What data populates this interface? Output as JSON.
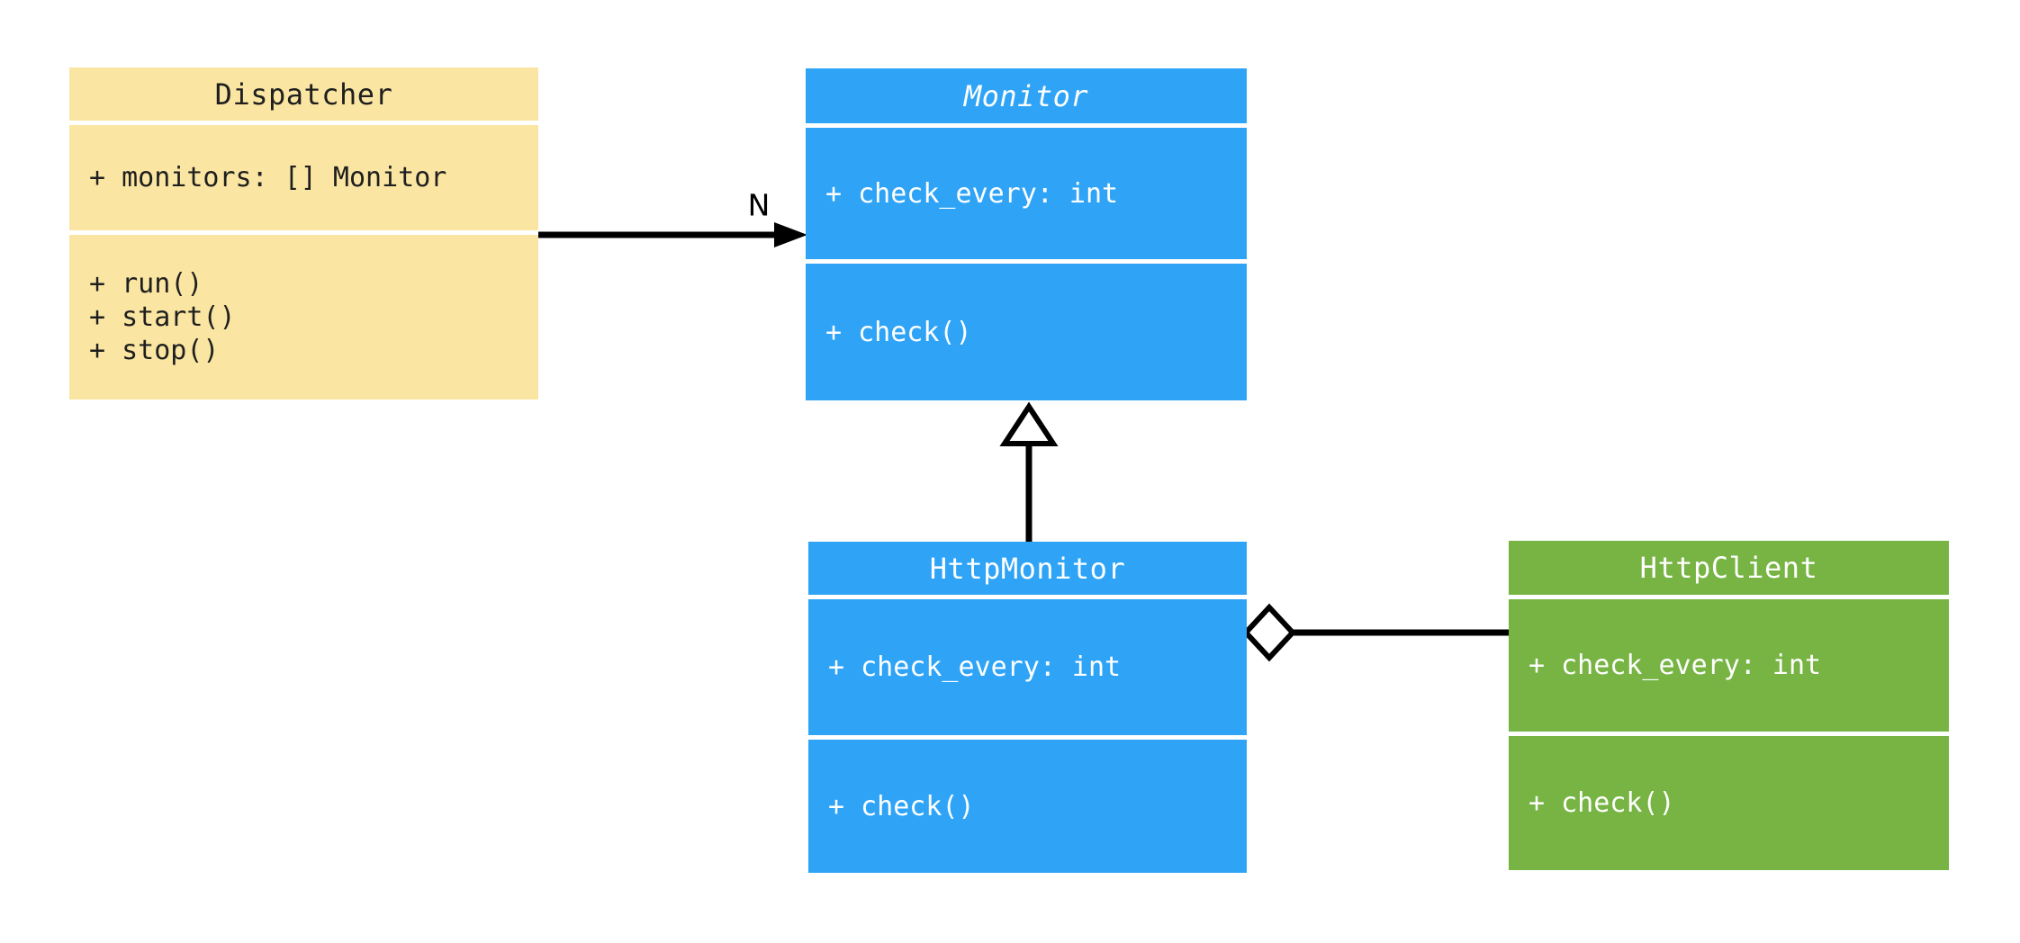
{
  "colors": {
    "background": "#FFFFFF",
    "line": "#000000",
    "dispatcher_fill": "#FAE6A2",
    "monitor_fill": "#2FA4F7",
    "http_monitor_fill": "#2FA4F7",
    "http_client_fill": "#77B444",
    "dark_text": "#1F1F1F",
    "light_text": "#FFFFFF"
  },
  "classes": [
    {
      "name": "Dispatcher",
      "abstract": false,
      "fill": "#FAE6A2",
      "text_color": "#1F1F1F",
      "attributes": [
        "+ monitors: [] Monitor"
      ],
      "methods": [
        "+ run()",
        "+ start()",
        "+ stop()"
      ]
    },
    {
      "name": "Monitor",
      "abstract": true,
      "fill": "#2FA4F7",
      "text_color": "#FFFFFF",
      "attributes": [
        "+ check_every: int"
      ],
      "methods": [
        "+ check()"
      ]
    },
    {
      "name": "HttpMonitor",
      "abstract": false,
      "fill": "#2FA4F7",
      "text_color": "#FFFFFF",
      "attributes": [
        "+ check_every: int"
      ],
      "methods": [
        "+ check()"
      ]
    },
    {
      "name": "HttpClient",
      "abstract": false,
      "fill": "#77B444",
      "text_color": "#FFFFFF",
      "attributes": [
        "+ check_every: int"
      ],
      "methods": [
        "+ check()"
      ]
    }
  ],
  "relations": [
    {
      "type": "association",
      "from": "Dispatcher",
      "to": "Monitor",
      "label": "N",
      "head": "filled-arrowhead"
    },
    {
      "type": "inheritance",
      "from": "HttpMonitor",
      "to": "Monitor",
      "head": "hollow-triangle"
    },
    {
      "type": "aggregation",
      "from": "HttpMonitor",
      "to": "HttpClient",
      "head": "hollow-diamond"
    }
  ]
}
